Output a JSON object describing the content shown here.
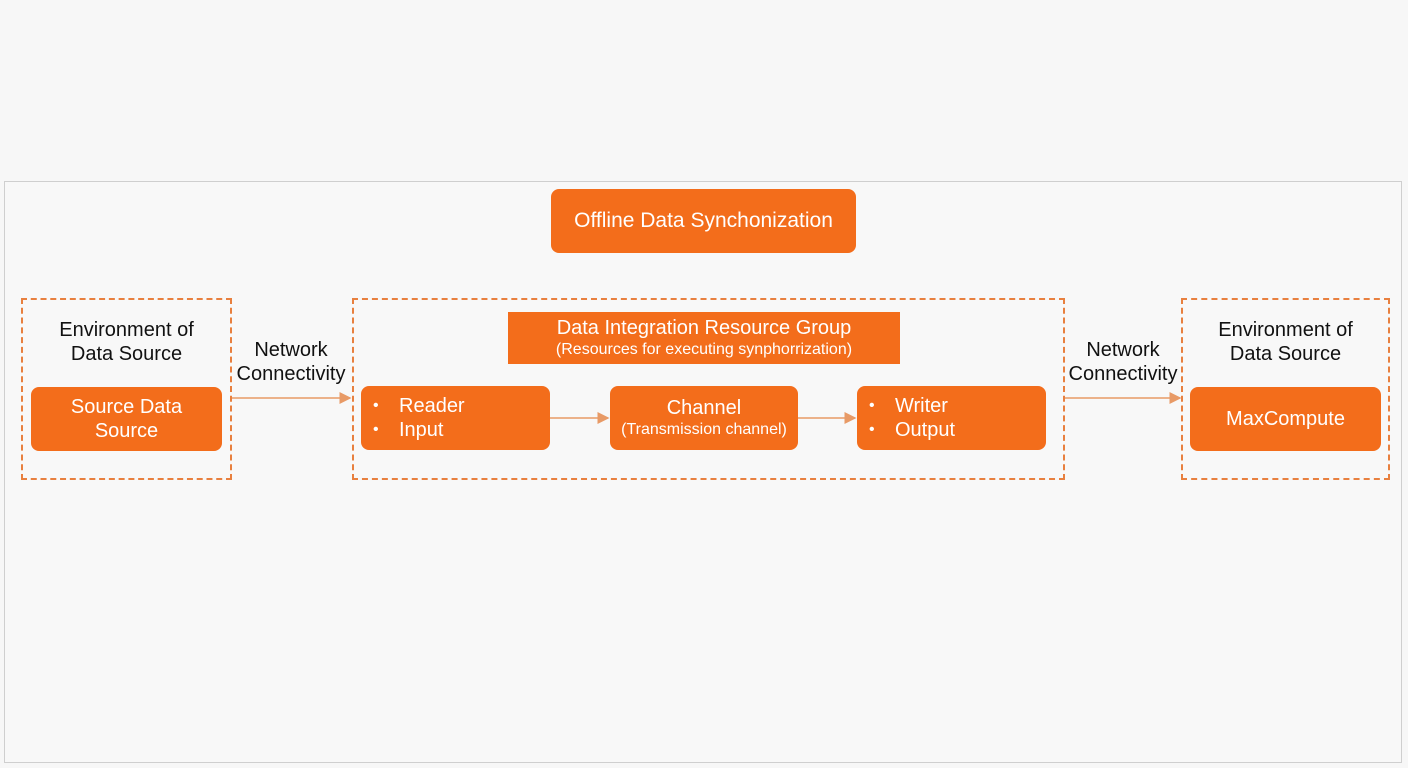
{
  "diagram": {
    "title": "Offline Data Synchonization",
    "left_env": {
      "label_line1": "Environment of",
      "label_line2": "Data Source",
      "box_line1": "Source Data",
      "box_line2": "Source"
    },
    "left_network": {
      "line1": "Network",
      "line2": "Connectivity"
    },
    "resource_group": {
      "title": "Data Integration Resource Group",
      "subtitle": "(Resources for executing synphorrization)",
      "reader_box": [
        "Reader",
        "Input"
      ],
      "channel_box": {
        "title": "Channel",
        "subtitle": "(Transmission channel)"
      },
      "writer_box": [
        "Writer",
        "Output"
      ]
    },
    "right_network": {
      "line1": "Network",
      "line2": "Connectivity"
    },
    "right_env": {
      "label_line1": "Environment of",
      "label_line2": "Data Source",
      "box": "MaxCompute"
    }
  },
  "colors": {
    "accent": "#f36d1b",
    "dashed_border": "#e8803f",
    "connector": "#e89a66",
    "text_on_accent": "#ffffff",
    "label_text": "#111111"
  }
}
